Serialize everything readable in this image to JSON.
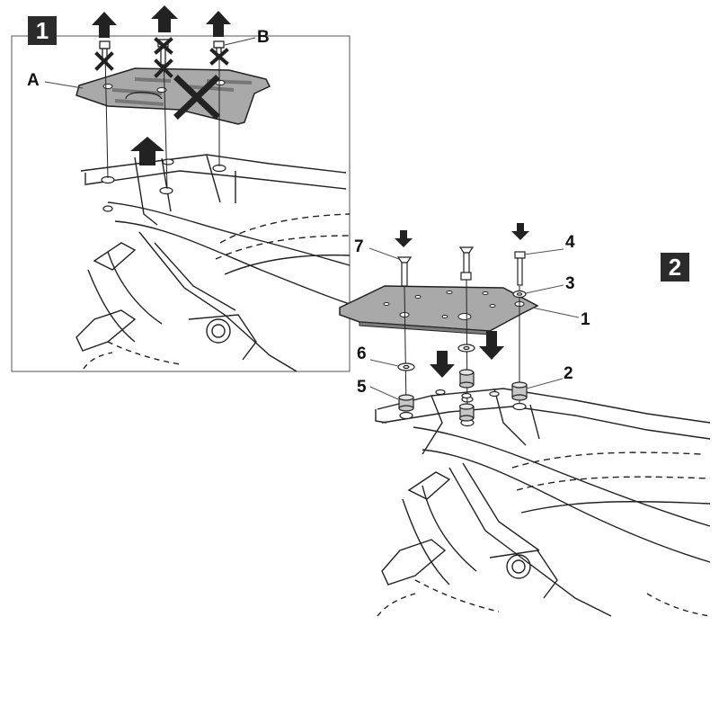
{
  "steps": {
    "step1": {
      "number": "1"
    },
    "step2": {
      "number": "2"
    }
  },
  "labels": {
    "a": "A",
    "b": "B",
    "n1": "1",
    "n2": "2",
    "n3": "3",
    "n4": "4",
    "n5": "5",
    "n6": "6",
    "n7": "7"
  },
  "colors": {
    "line": "#222222",
    "plate_fill": "#a9a9a9",
    "arrow_fill": "#222222",
    "badge_bg": "#2b2b2b",
    "frame": "#555555"
  },
  "icons": {
    "remove_arrow": "arrow-up-icon",
    "install_arrow": "arrow-down-icon",
    "discard_mark": "cross-icon"
  }
}
